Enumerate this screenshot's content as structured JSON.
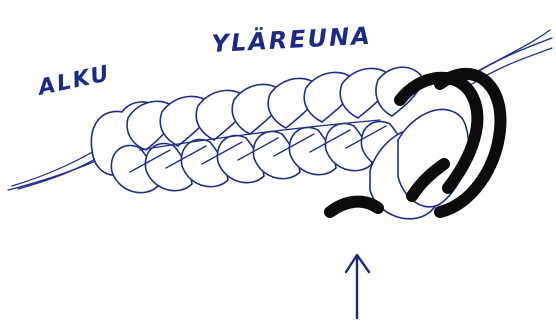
{
  "labels": {
    "start": "ALKU",
    "top_edge": "YLÄREUNA"
  },
  "colors": {
    "ink": "#1c2a86",
    "working_strand": "#0b0b0b",
    "background": "#ffffff"
  },
  "icons": {
    "pointer": "up-arrow"
  }
}
